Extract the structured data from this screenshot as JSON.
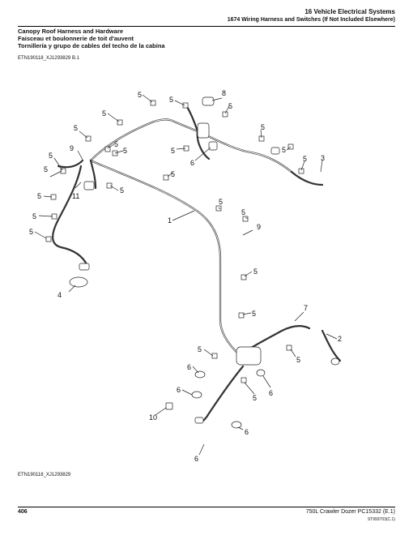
{
  "header": {
    "section": "16 Vehicle Electrical Systems",
    "subsection": "1674 Wiring Harness and Switches (If Not Included Elsewhere)"
  },
  "titles": [
    "Canopy Roof Harness and Hardware",
    "Faisceau et boulonnerie de toit d'auvent",
    "Tornillería y grupo de cables del techo de la cabina"
  ],
  "figure": {
    "ref_top": "ETN190118_XJ1293829 B.1",
    "ref_bottom": "ETN190118_XJ1293829",
    "callouts": {
      "c1": "1",
      "c2": "2",
      "c3": "3",
      "c4": "4",
      "c5": "5",
      "c6": "6",
      "c7": "7",
      "c8": "8",
      "c9": "9",
      "c10": "10",
      "c11": "11"
    }
  },
  "footer": {
    "page": "406",
    "doc": "750L Crawler Dozer   PC15332   (E.1)",
    "doc_sub": "ST993703(C.1)"
  }
}
